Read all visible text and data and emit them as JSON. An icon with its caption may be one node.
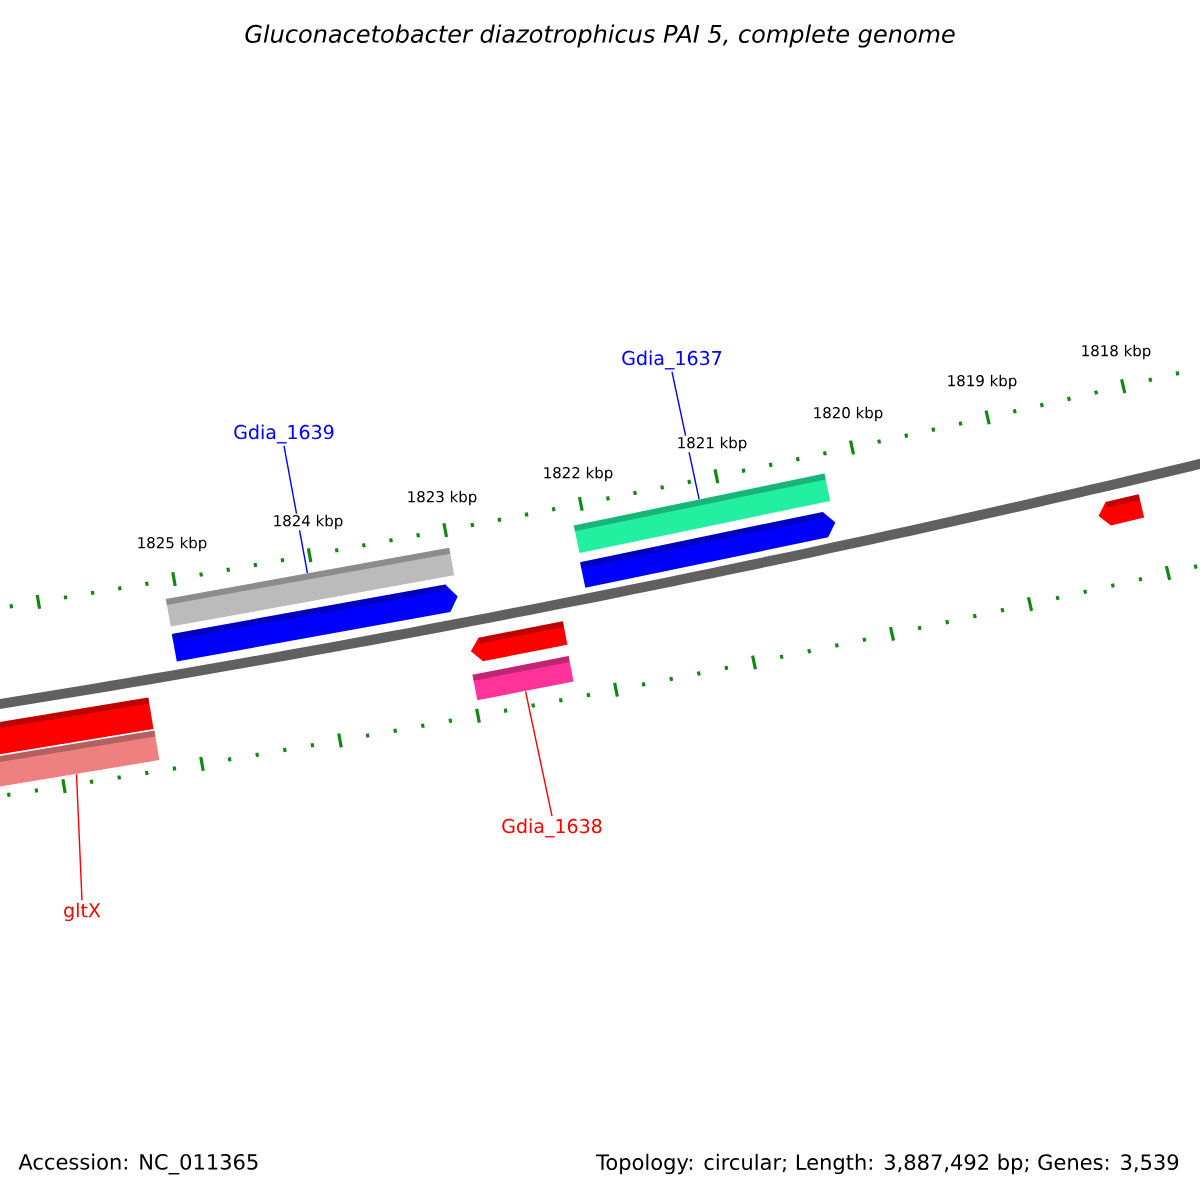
{
  "diagram": {
    "title": "Gluconacetobacter diazotrophicus PAI 5, complete genome",
    "nodes": [
      {
        "text": [
          "Gdia_1639"
        ]
      },
      {
        "text": [],
        "shape": "bar"
      },
      {
        "text": [
          "Gdia_1637"
        ]
      },
      {
        "text": [],
        "shape": "bar"
      },
      {
        "text": [
          "Gdia_1638"
        ]
      },
      {
        "text": [],
        "shape": "bar"
      },
      {
        "text": [
          "gltX"
        ]
      },
      {
        "text": [],
        "shape": "bar"
      }
    ],
    "edges": [
      {
        "from": 0,
        "to": 1,
        "arrow": "none",
        "color": "#0000ff"
      },
      {
        "from": 2,
        "to": 3,
        "arrow": "none",
        "color": "#0000ff"
      },
      {
        "from": 4,
        "to": 5,
        "arrow": "none",
        "color": "#ff0000"
      },
      {
        "from": 6,
        "to": 7,
        "arrow": "none",
        "color": "#ff0000"
      }
    ],
    "labels": [
      "1818 kbp",
      "1819 kbp",
      "1820 kbp",
      "1821 kbp",
      "1822 kbp",
      "1823 kbp",
      "1824 kbp",
      "1825 kbp",
      "Accession: NC_011365",
      "Topology: circular; Length: 3,887,492 bp; Genes: 3,539"
    ]
  }
}
